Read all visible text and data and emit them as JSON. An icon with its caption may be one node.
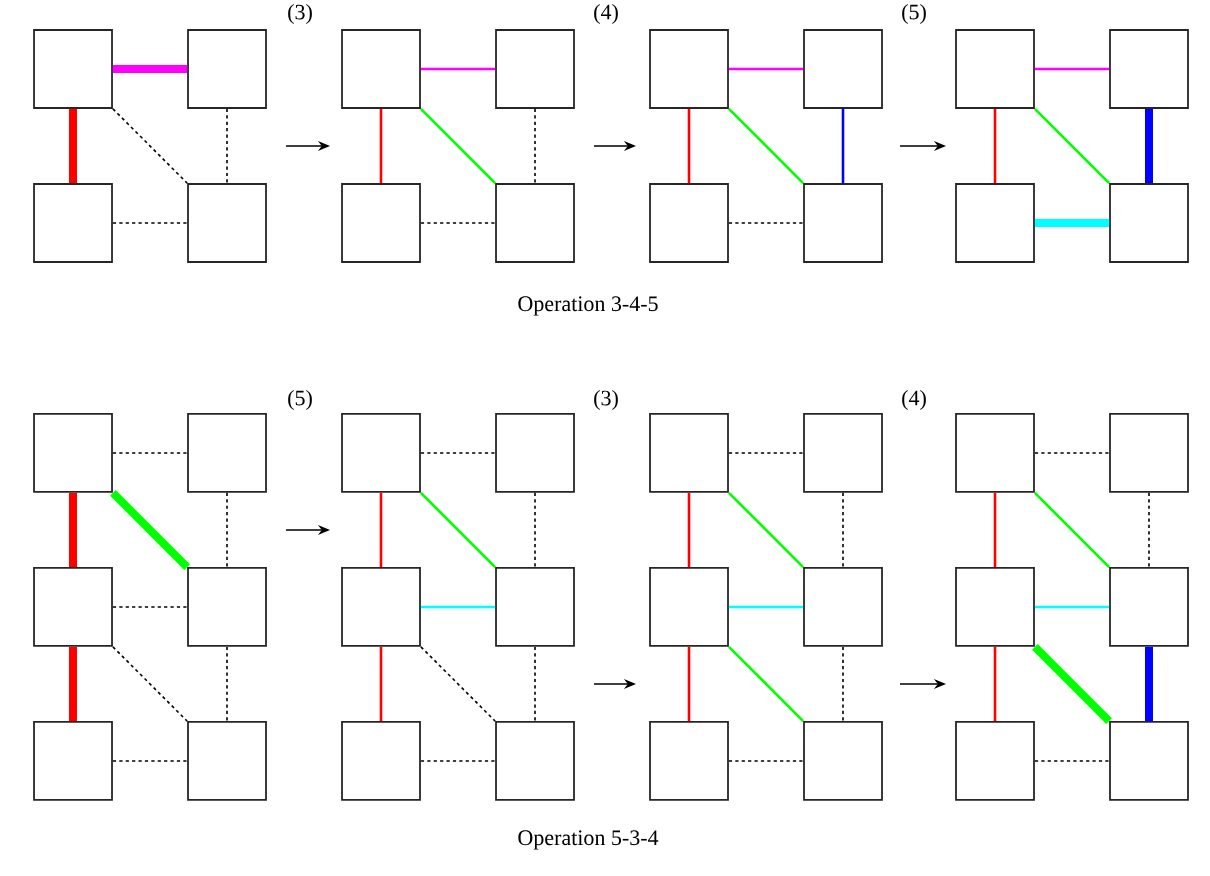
{
  "diagram": {
    "nodes": [
      {
        "text": [],
        "shape": "box"
      },
      {
        "text": [],
        "shape": "box"
      },
      {
        "text": [],
        "shape": "box"
      },
      {
        "text": [],
        "shape": "box"
      },
      {
        "text": [],
        "shape": "box"
      },
      {
        "text": [],
        "shape": "box"
      },
      {
        "text": [],
        "shape": "box"
      },
      {
        "text": [],
        "shape": "box"
      },
      {
        "text": [],
        "shape": "box"
      },
      {
        "text": [],
        "shape": "box"
      },
      {
        "text": [],
        "shape": "box"
      },
      {
        "text": [],
        "shape": "box"
      },
      {
        "text": [],
        "shape": "box"
      },
      {
        "text": [],
        "shape": "box"
      },
      {
        "text": [],
        "shape": "box"
      },
      {
        "text": [],
        "shape": "box"
      },
      {
        "text": [],
        "shape": "box"
      },
      {
        "text": [],
        "shape": "box"
      },
      {
        "text": [],
        "shape": "box"
      },
      {
        "text": [],
        "shape": "box"
      },
      {
        "text": [],
        "shape": "box"
      },
      {
        "text": [],
        "shape": "box"
      },
      {
        "text": [],
        "shape": "box"
      },
      {
        "text": [],
        "shape": "box"
      },
      {
        "text": [],
        "shape": "box"
      },
      {
        "text": [],
        "shape": "box"
      },
      {
        "text": [],
        "shape": "box"
      },
      {
        "text": [],
        "shape": "box"
      },
      {
        "text": [],
        "shape": "box"
      },
      {
        "text": [],
        "shape": "box"
      },
      {
        "text": [],
        "shape": "box"
      },
      {
        "text": [],
        "shape": "box"
      },
      {
        "text": [],
        "shape": "box"
      },
      {
        "text": [],
        "shape": "box"
      },
      {
        "text": [],
        "shape": "box"
      },
      {
        "text": [],
        "shape": "box"
      },
      {
        "text": [],
        "shape": "box"
      },
      {
        "text": [],
        "shape": "box"
      },
      {
        "text": [],
        "shape": "box"
      },
      {
        "text": [],
        "shape": "box"
      }
    ],
    "edges": [
      {
        "from": 0,
        "to": 1,
        "arrow": "none",
        "style": "thick",
        "color": "#ff00ff"
      },
      {
        "from": 0,
        "to": 2,
        "arrow": "none",
        "style": "thick",
        "color": "#ff0000"
      },
      {
        "from": 0,
        "to": 3,
        "arrow": "none",
        "style": "dashed"
      },
      {
        "from": 1,
        "to": 3,
        "arrow": "none",
        "style": "dashed"
      },
      {
        "from": 2,
        "to": 3,
        "arrow": "none",
        "style": "dashed"
      },
      {
        "from": 4,
        "to": 5,
        "arrow": "none",
        "color": "#ff00ff"
      },
      {
        "from": 4,
        "to": 6,
        "arrow": "none",
        "color": "#ff0000"
      },
      {
        "from": 4,
        "to": 7,
        "arrow": "none",
        "color": "#00ff00"
      },
      {
        "from": 5,
        "to": 7,
        "arrow": "none",
        "style": "dashed"
      },
      {
        "from": 6,
        "to": 7,
        "arrow": "none",
        "style": "dashed"
      },
      {
        "from": 8,
        "to": 9,
        "arrow": "none",
        "color": "#ff00ff"
      },
      {
        "from": 8,
        "to": 10,
        "arrow": "none",
        "color": "#ff0000"
      },
      {
        "from": 8,
        "to": 11,
        "arrow": "none",
        "color": "#00ff00"
      },
      {
        "from": 9,
        "to": 11,
        "arrow": "none",
        "color": "#0000ff"
      },
      {
        "from": 10,
        "to": 11,
        "arrow": "none",
        "style": "dashed"
      },
      {
        "from": 12,
        "to": 13,
        "arrow": "none",
        "color": "#ff00ff"
      },
      {
        "from": 12,
        "to": 14,
        "arrow": "none",
        "color": "#ff0000"
      },
      {
        "from": 12,
        "to": 15,
        "arrow": "none",
        "color": "#00ff00"
      },
      {
        "from": 13,
        "to": 15,
        "arrow": "none",
        "style": "thick",
        "color": "#0000ff"
      },
      {
        "from": 14,
        "to": 15,
        "arrow": "none",
        "style": "thick",
        "color": "#00ffff"
      },
      {
        "from": 16,
        "to": 17,
        "arrow": "none",
        "style": "dashed"
      },
      {
        "from": 16,
        "to": 18,
        "arrow": "none",
        "style": "thick",
        "color": "#ff0000"
      },
      {
        "from": 16,
        "to": 19,
        "arrow": "none",
        "style": "thick",
        "color": "#00ff00"
      },
      {
        "from": 17,
        "to": 19,
        "arrow": "none",
        "style": "dashed"
      },
      {
        "from": 18,
        "to": 19,
        "arrow": "none",
        "style": "dashed"
      },
      {
        "from": 18,
        "to": 20,
        "arrow": "none",
        "style": "thick",
        "color": "#ff0000"
      },
      {
        "from": 18,
        "to": 21,
        "arrow": "none",
        "style": "dashed"
      },
      {
        "from": 19,
        "to": 21,
        "arrow": "none",
        "style": "dashed"
      },
      {
        "from": 20,
        "to": 21,
        "arrow": "none",
        "style": "dashed"
      },
      {
        "from": 22,
        "to": 23,
        "arrow": "none",
        "style": "dashed"
      },
      {
        "from": 22,
        "to": 24,
        "arrow": "none",
        "color": "#ff0000"
      },
      {
        "from": 22,
        "to": 25,
        "arrow": "none",
        "color": "#00ff00"
      },
      {
        "from": 23,
        "to": 25,
        "arrow": "none",
        "style": "dashed"
      },
      {
        "from": 24,
        "to": 25,
        "arrow": "none",
        "color": "#00ffff"
      },
      {
        "from": 24,
        "to": 26,
        "arrow": "none",
        "color": "#ff0000"
      },
      {
        "from": 24,
        "to": 27,
        "arrow": "none",
        "style": "dashed"
      },
      {
        "from": 25,
        "to": 27,
        "arrow": "none",
        "style": "dashed"
      },
      {
        "from": 26,
        "to": 27,
        "arrow": "none",
        "style": "dashed"
      },
      {
        "from": 28,
        "to": 29,
        "arrow": "none",
        "style": "dashed"
      },
      {
        "from": 28,
        "to": 30,
        "arrow": "none",
        "color": "#ff0000"
      },
      {
        "from": 28,
        "to": 31,
        "arrow": "none",
        "color": "#00ff00"
      },
      {
        "from": 29,
        "to": 31,
        "arrow": "none",
        "style": "dashed"
      },
      {
        "from": 30,
        "to": 31,
        "arrow": "none",
        "color": "#00ffff"
      },
      {
        "from": 30,
        "to": 32,
        "arrow": "none",
        "color": "#ff0000"
      },
      {
        "from": 30,
        "to": 33,
        "arrow": "none",
        "color": "#00ff00"
      },
      {
        "from": 31,
        "to": 33,
        "arrow": "none",
        "style": "dashed"
      },
      {
        "from": 32,
        "to": 33,
        "arrow": "none",
        "style": "dashed"
      },
      {
        "from": 34,
        "to": 35,
        "arrow": "none",
        "style": "dashed"
      },
      {
        "from": 34,
        "to": 36,
        "arrow": "none",
        "color": "#ff0000"
      },
      {
        "from": 34,
        "to": 37,
        "arrow": "none",
        "color": "#00ff00"
      },
      {
        "from": 35,
        "to": 37,
        "arrow": "none",
        "style": "dashed"
      },
      {
        "from": 36,
        "to": 37,
        "arrow": "none",
        "color": "#00ffff"
      },
      {
        "from": 36,
        "to": 38,
        "arrow": "none",
        "color": "#ff0000"
      },
      {
        "from": 36,
        "to": 39,
        "arrow": "none",
        "style": "thick",
        "color": "#00ff00"
      },
      {
        "from": 37,
        "to": 39,
        "arrow": "none",
        "style": "thick",
        "color": "#0000ff"
      },
      {
        "from": 38,
        "to": 39,
        "arrow": "none",
        "style": "dashed"
      }
    ],
    "labels": [
      "(3)",
      "(4)",
      "(5)",
      "Operation 3-4-5",
      "(5)",
      "(3)",
      "(4)",
      "Operation 5-3-4"
    ]
  }
}
